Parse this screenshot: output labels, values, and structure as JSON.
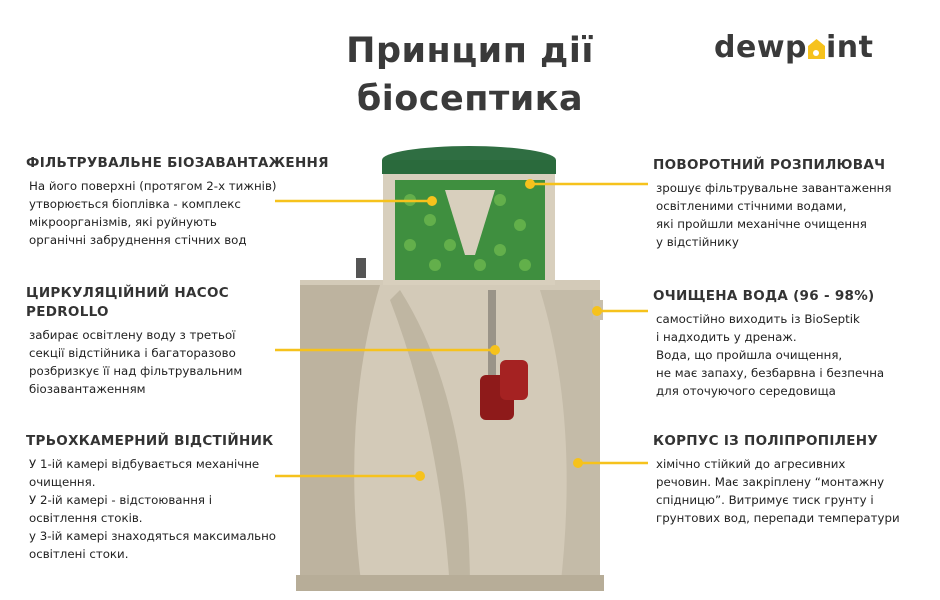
{
  "title": {
    "line1": "Принцип дії",
    "line2": "біосептика"
  },
  "logo": {
    "text_before": "dewp",
    "text_after": "int",
    "full": "dewpoint"
  },
  "colors": {
    "accent": "#f6c21c",
    "heading": "#333333",
    "tank_body": "#cfc6b4",
    "media_green": "#3f8f3f",
    "lid_green": "#2f6e42"
  },
  "left_blocks": [
    {
      "heading": "ФІЛЬТРУВАЛЬНЕ БІОЗАВАНТАЖЕННЯ",
      "text": "На його поверхні (протягом 2-х тижнів)\nутворюється біоплівка - комплекс\nмікроорганізмів, які руйнують\nорганічні забруднення стічних вод"
    },
    {
      "heading": "ЦИРКУЛЯЦІЙНИЙ НАСОС\nPEDROLLO",
      "text": "забирає освітлену воду з третьої\nсекції відстійника і багаторазово\nрозбризкує її над фільтрувальним\nбіозавантаженням"
    },
    {
      "heading": "ТРЬОХКАМЕРНИЙ ВІДСТІЙНИК",
      "text": "У 1-ій камері відбувається механічне\nочищення.\nУ 2-ій камері - відстоювання і\nосвітлення стоків.\nу 3-ій камері знаходяться максимально\nосвітлені стоки."
    }
  ],
  "right_blocks": [
    {
      "heading": "ПОВОРОТНИЙ РОЗПИЛЮВАЧ",
      "text": "зрошує фільтрувальне завантаження\nосвітленими стічними водами,\nякі пройшли механічне очищення\nу відстійнику"
    },
    {
      "heading": "ОЧИЩЕНА ВОДА (96 - 98%)",
      "text": "самостійно виходить із BioSeptik\nі надходить у дренаж.\nВода, що пройшла очищення,\nне має запаху, безбарвна і безпечна\nдля оточуючого середовища"
    },
    {
      "heading": "КОРПУС ІЗ ПОЛІПРОПІЛЕНУ",
      "text": "хімічно стійкий до агресивних\nречовин. Має закріплену “монтажну\nспідницю”. Витримує тиск грунту і\nгрунтових вод, перепади температури"
    }
  ]
}
